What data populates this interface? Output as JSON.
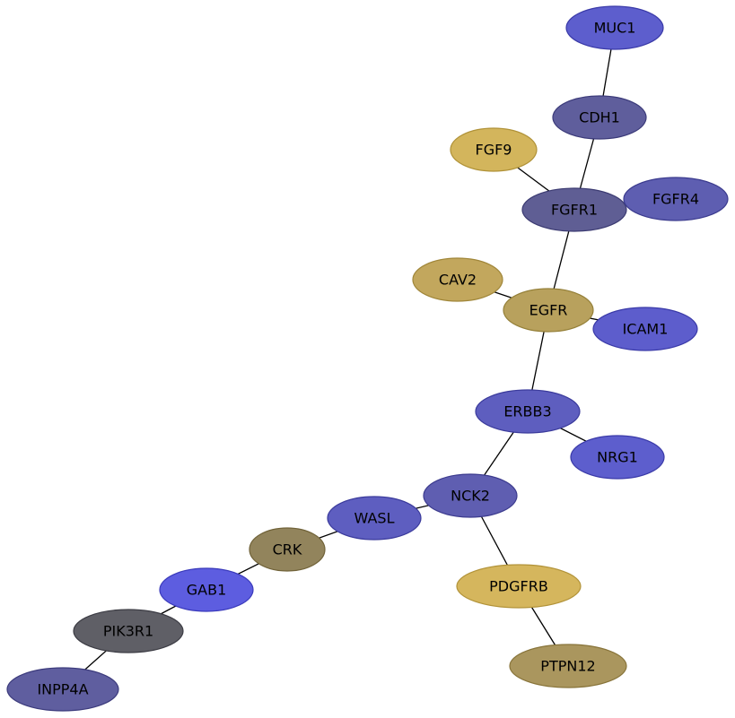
{
  "graph": {
    "nodes": [
      {
        "id": "MUC1",
        "label": "MUC1",
        "fill": "#5d5ecd",
        "stroke": "#3a3aa8"
      },
      {
        "id": "CDH1",
        "label": "CDH1",
        "fill": "#5f5e9c",
        "stroke": "#3c3b7a"
      },
      {
        "id": "FGF9",
        "label": "FGF9",
        "fill": "#d3b55c",
        "stroke": "#b09238"
      },
      {
        "id": "FGFR1",
        "label": "FGFR1",
        "fill": "#5f5e94",
        "stroke": "#3c3b72"
      },
      {
        "id": "FGFR4",
        "label": "FGFR4",
        "fill": "#5e5eb1",
        "stroke": "#3b3b8e"
      },
      {
        "id": "CAV2",
        "label": "CAV2",
        "fill": "#c2a75d",
        "stroke": "#a08639"
      },
      {
        "id": "EGFR",
        "label": "EGFR",
        "fill": "#b8a15d",
        "stroke": "#958039"
      },
      {
        "id": "ICAM1",
        "label": "ICAM1",
        "fill": "#5d5dcc",
        "stroke": "#3a3aa8"
      },
      {
        "id": "ERBB3",
        "label": "ERBB3",
        "fill": "#5e5ebf",
        "stroke": "#3b3b9c"
      },
      {
        "id": "NRG1",
        "label": "NRG1",
        "fill": "#5d5ecd",
        "stroke": "#3a3aa8"
      },
      {
        "id": "NCK2",
        "label": "NCK2",
        "fill": "#5f5eb1",
        "stroke": "#3c3b8e"
      },
      {
        "id": "WASL",
        "label": "WASL",
        "fill": "#5e5ec0",
        "stroke": "#3b3b9c"
      },
      {
        "id": "CRK",
        "label": "CRK",
        "fill": "#92845c",
        "stroke": "#706238"
      },
      {
        "id": "GAB1",
        "label": "GAB1",
        "fill": "#5d5de0",
        "stroke": "#3a3abb"
      },
      {
        "id": "PIK3R1",
        "label": "PIK3R1",
        "fill": "#5f5f66",
        "stroke": "#3c3c44"
      },
      {
        "id": "INPP4A",
        "label": "INPP4A",
        "fill": "#5f5e9f",
        "stroke": "#3c3b7c"
      },
      {
        "id": "PDGFRB",
        "label": "PDGFRB",
        "fill": "#d5b65d",
        "stroke": "#b29339"
      },
      {
        "id": "PTPN12",
        "label": "PTPN12",
        "fill": "#aa965e",
        "stroke": "#88743a"
      }
    ],
    "edges": [
      {
        "source": "MUC1",
        "target": "CDH1"
      },
      {
        "source": "CDH1",
        "target": "FGFR1"
      },
      {
        "source": "FGF9",
        "target": "FGFR1"
      },
      {
        "source": "FGFR1",
        "target": "FGFR4"
      },
      {
        "source": "FGFR1",
        "target": "EGFR"
      },
      {
        "source": "CAV2",
        "target": "EGFR"
      },
      {
        "source": "EGFR",
        "target": "ICAM1"
      },
      {
        "source": "EGFR",
        "target": "ERBB3"
      },
      {
        "source": "ERBB3",
        "target": "NRG1"
      },
      {
        "source": "ERBB3",
        "target": "NCK2"
      },
      {
        "source": "NCK2",
        "target": "WASL"
      },
      {
        "source": "NCK2",
        "target": "PDGFRB"
      },
      {
        "source": "WASL",
        "target": "CRK"
      },
      {
        "source": "CRK",
        "target": "GAB1"
      },
      {
        "source": "GAB1",
        "target": "PIK3R1"
      },
      {
        "source": "PIK3R1",
        "target": "INPP4A"
      },
      {
        "source": "PDGFRB",
        "target": "PTPN12"
      }
    ]
  }
}
